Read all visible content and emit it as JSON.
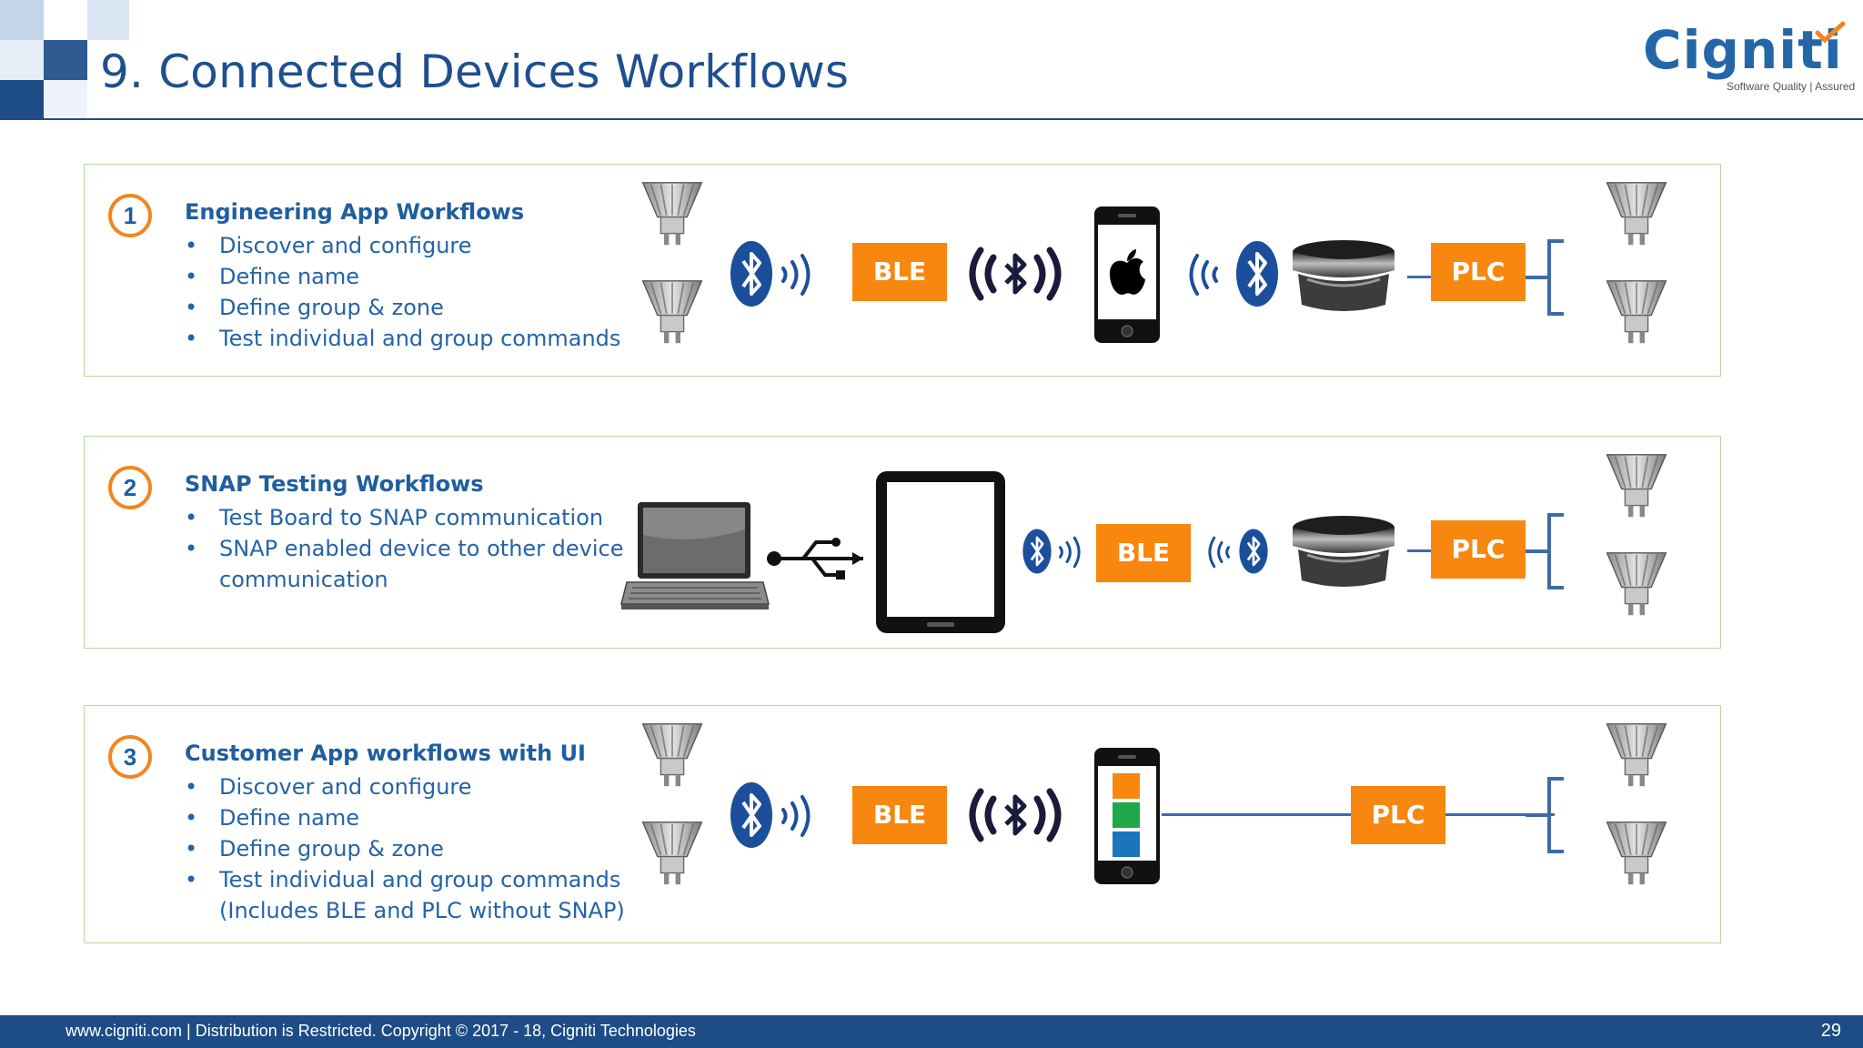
{
  "slide": {
    "title": "9. Connected Devices Workflows",
    "page_number": "29"
  },
  "logo": {
    "text": "Cigniti",
    "tagline": "Software Quality | Assured"
  },
  "workflows": [
    {
      "number": "1",
      "heading": "Engineering App Workflows",
      "items": [
        "Discover and configure",
        "Define name",
        "Define group & zone",
        "Test individual and group commands"
      ],
      "tags": [
        "BLE",
        "PLC"
      ]
    },
    {
      "number": "2",
      "heading": "SNAP Testing Workflows",
      "items": [
        "Test Board to SNAP communication",
        "SNAP enabled device to other device"
      ],
      "continuation": "communication",
      "tags": [
        "BLE",
        "PLC"
      ]
    },
    {
      "number": "3",
      "heading": "Customer App workflows with UI",
      "items": [
        "Discover and configure",
        "Define name",
        "Define group & zone",
        "Test individual and group commands"
      ],
      "continuation": "(Includes BLE and PLC without SNAP)",
      "tags": [
        "BLE",
        "PLC"
      ]
    }
  ],
  "footer": {
    "text": "www.cigniti.com  |  Distribution is Restricted. Copyright © 2017 - 18, Cigniti Technologies"
  },
  "colors": {
    "accent_orange": "#f7870f",
    "title_blue": "#1f4f8f",
    "text_blue": "#2563a8",
    "footer_navy": "#1d4c86",
    "panel_border": "#b9d79e",
    "bluetooth_blue": "#1b4f9c"
  }
}
